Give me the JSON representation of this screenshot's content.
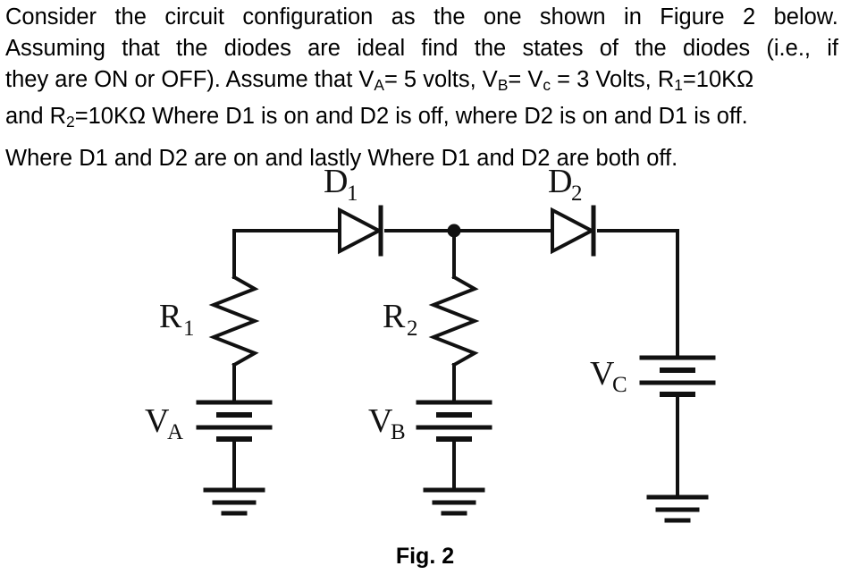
{
  "document": {
    "problem_text": {
      "line1": "Consider the circuit configuration as the one shown in Figure 2 below.",
      "line2": "Assuming that the diodes are ideal find the states of the diodes (i.e., if",
      "line3_parts": {
        "a": "they are ON or OFF). Assume that V",
        "a_sub": "A",
        "b": "= 5 volts, V",
        "b_sub": "B",
        "c": "= V",
        "c_sub": "c",
        "d": " = 3 Volts, R",
        "d_sub": "1",
        "e": "=10KΩ"
      },
      "line4_parts": {
        "a": "and R",
        "a_sub": "2",
        "b": "=10KΩ  Where D1 is on and D2 is off, where D2 is on and D1 is off."
      },
      "line5": "Where D1 and D2 are on and lastly Where D1 and D2 are both off.",
      "line1_words": [
        "Consider",
        "the",
        "circuit",
        "configuration",
        "as",
        "the",
        "one",
        "shown",
        "in",
        "Figure",
        "2",
        "below."
      ],
      "line2_words": [
        "Assuming",
        "that",
        "the",
        "diodes",
        "are",
        "ideal",
        "find",
        "the",
        "states",
        "of",
        "the",
        "diodes",
        "(i.e.,",
        "if"
      ]
    },
    "caption": "Fig. 2"
  },
  "circuit": {
    "title": "Fig. 2",
    "components": {
      "diode1": {
        "label": "D",
        "sub": "1",
        "name": "D1",
        "orientation": "anode-left-cathode-right"
      },
      "diode2": {
        "label": "D",
        "sub": "2",
        "name": "D2",
        "orientation": "anode-left-cathode-right"
      },
      "resistor1": {
        "label": "R",
        "sub": "1",
        "name": "R1",
        "value": "10KΩ"
      },
      "resistor2": {
        "label": "R",
        "sub": "2",
        "name": "R2",
        "value": "10KΩ"
      },
      "sourceA": {
        "label": "V",
        "sub": "A",
        "name": "VA",
        "value": "5 volts"
      },
      "sourceB": {
        "label": "V",
        "sub": "B",
        "name": "VB",
        "value": "3 Volts"
      },
      "sourceC": {
        "label": "V",
        "sub": "C",
        "name": "Vc",
        "value": "3 Volts"
      }
    },
    "colors": {
      "wire": "#111111",
      "background": "#ffffff",
      "text": "#111111"
    }
  }
}
